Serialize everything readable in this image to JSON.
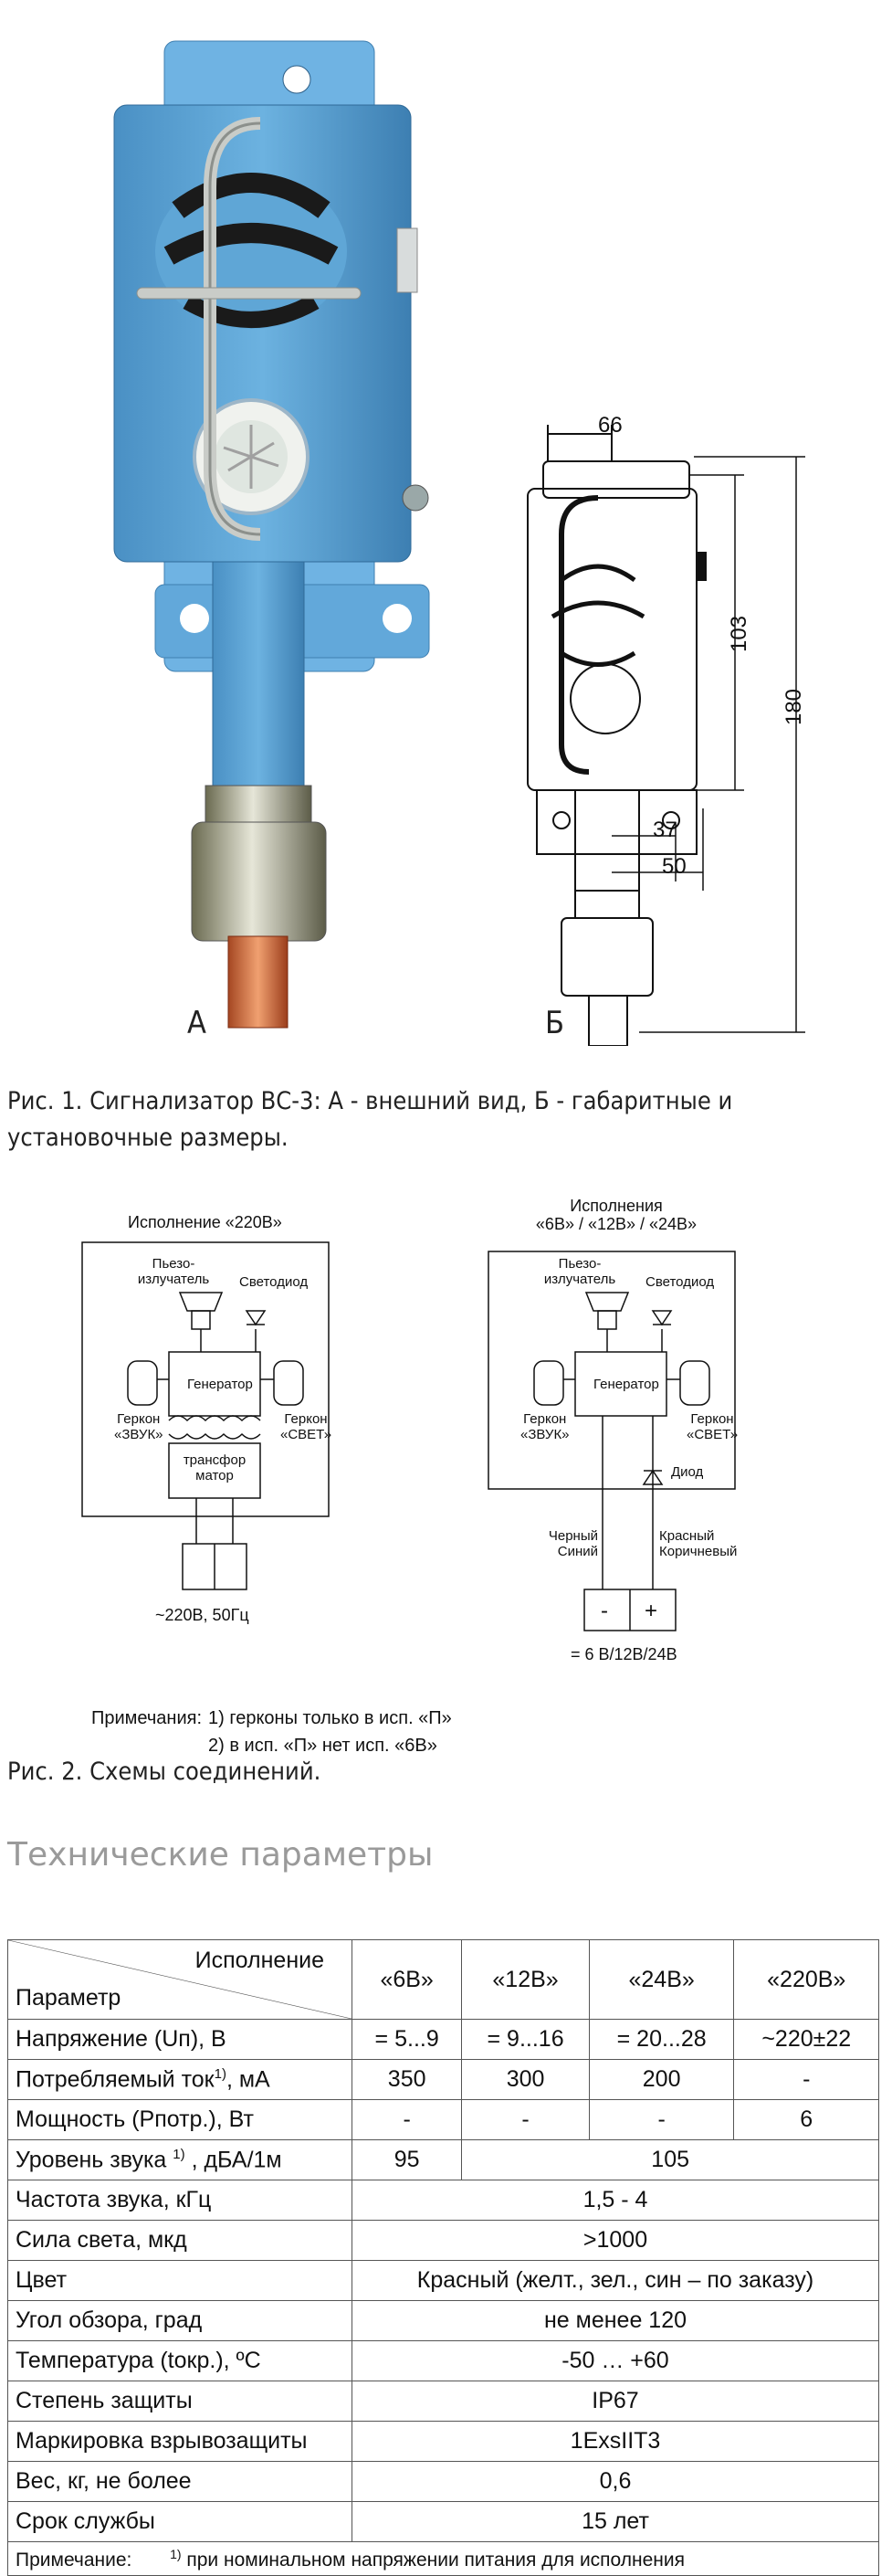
{
  "figure1": {
    "label_a": "А",
    "label_b": "Б",
    "dims": {
      "d66": "66",
      "d103": "103",
      "d180": "180",
      "d37": "37",
      "d50": "50"
    },
    "caption": "Рис. 1. Сигнализатор ВС-3: А - внешний вид, Б - габаритные и установочные размеры."
  },
  "figure2": {
    "left": {
      "title": "Исполнение «220В»",
      "piezo": "Пьезо-\nизлучатель",
      "led": "Светодиод",
      "generator": "Генератор",
      "reed_sound": "Геркон\n«ЗВУК»",
      "reed_light": "Геркон\n«СВЕТ»",
      "transformer": "трансфор\nматор",
      "supply": "~220В, 50Гц"
    },
    "right": {
      "title": "Исполнения\n«6В» / «12В» / «24В»",
      "piezo": "Пьезо-\nизлучатель",
      "led": "Светодиод",
      "generator": "Генератор",
      "reed_sound": "Геркон\n«ЗВУК»",
      "reed_light": "Геркон\n«СВЕТ»",
      "diode": "Диод",
      "wire_left": "Черный\nСиний",
      "wire_right": "Красный\nКоричневый",
      "minus": "-",
      "plus": "+",
      "supply": "= 6 В/12В/24В"
    },
    "notes_label": "Примечания:",
    "note1": "1)  герконы только в исп. «П»",
    "note2": "2)  в исп. «П» нет исп. «6В»",
    "caption": "Рис. 2. Схемы соединений."
  },
  "params": {
    "title": "Технические параметры",
    "header_exec": "Исполнение",
    "header_param": "Параметр",
    "cols": [
      "«6В»",
      "«12В»",
      "«24В»",
      "«220В»"
    ],
    "rows": [
      {
        "name": "Напряжение (Uп), В",
        "v": [
          "= 5...9",
          "= 9...16",
          "= 20...28",
          "~220±22"
        ]
      },
      {
        "name": "Потребляемый ток",
        "sup": "1)",
        "suffix": ", мА",
        "v": [
          "350",
          "300",
          "200",
          "-"
        ]
      },
      {
        "name": "Мощность (Рпотр.), Вт",
        "v": [
          "-",
          "-",
          "-",
          "6"
        ]
      },
      {
        "name": "Уровень звука ",
        "sup": "1)",
        "suffix": " , дБА/1м",
        "v": [
          "95",
          "105"
        ]
      },
      {
        "name": "Частота звука, кГц",
        "v": [
          "1,5 -  4"
        ]
      },
      {
        "name": "Сила света, мкд",
        "v": [
          ">1000"
        ]
      },
      {
        "name": "Цвет",
        "v": [
          "Красный (желт., зел., син – по заказу)"
        ]
      },
      {
        "name": "Угол обзора, град",
        "v": [
          "не менее 120"
        ]
      },
      {
        "name": "Температура (tокр.), ºС",
        "v": [
          "-50 … +60"
        ]
      },
      {
        "name": "Степень защиты",
        "v": [
          "IP67"
        ]
      },
      {
        "name": "Маркировка взрывозащиты",
        "v": [
          "1ExsIIT3"
        ]
      },
      {
        "name": "Вес, кг, не более",
        "v": [
          "0,6"
        ]
      },
      {
        "name": "Срок службы",
        "v": [
          "15 лет"
        ]
      }
    ],
    "footnote_label": "Примечание:",
    "footnote_sup": "1)",
    "footnote_text": " при номинальном напряжении питания для исполнения"
  }
}
